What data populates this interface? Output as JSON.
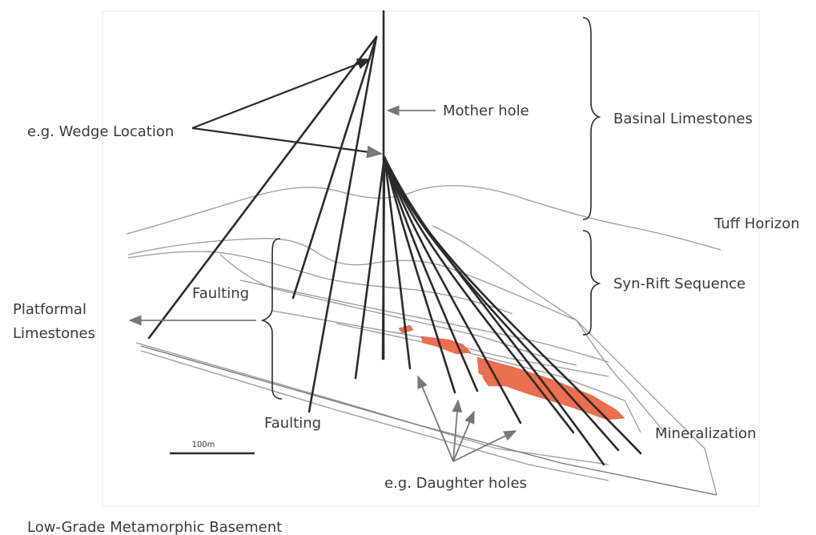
{
  "labels": {
    "wedge_location": "e.g. Wedge Location",
    "mother_hole": "Mother hole",
    "basinal_limestones": "Basinal Limestones",
    "tuff_horizon": "Tuff Horizon",
    "syn_rift_sequence": "Syn-Rift Sequence",
    "faulting_upper": "Faulting",
    "faulting_lower": "Faulting",
    "platformal_limestones_line1": "Platformal",
    "platformal_limestones_line2": "Limestones",
    "mineralization": "Mineralization",
    "daughter_holes": "e.g. Daughter holes",
    "scale_bar": "100m",
    "basement": "Low-Grade Metamorphic Basement"
  },
  "colors": {
    "mineralization": "#ec6f4e",
    "drill_hole": "#2b2b2b",
    "horizon_line": "#9a9a9a",
    "annotation_arrow": "#777777"
  }
}
